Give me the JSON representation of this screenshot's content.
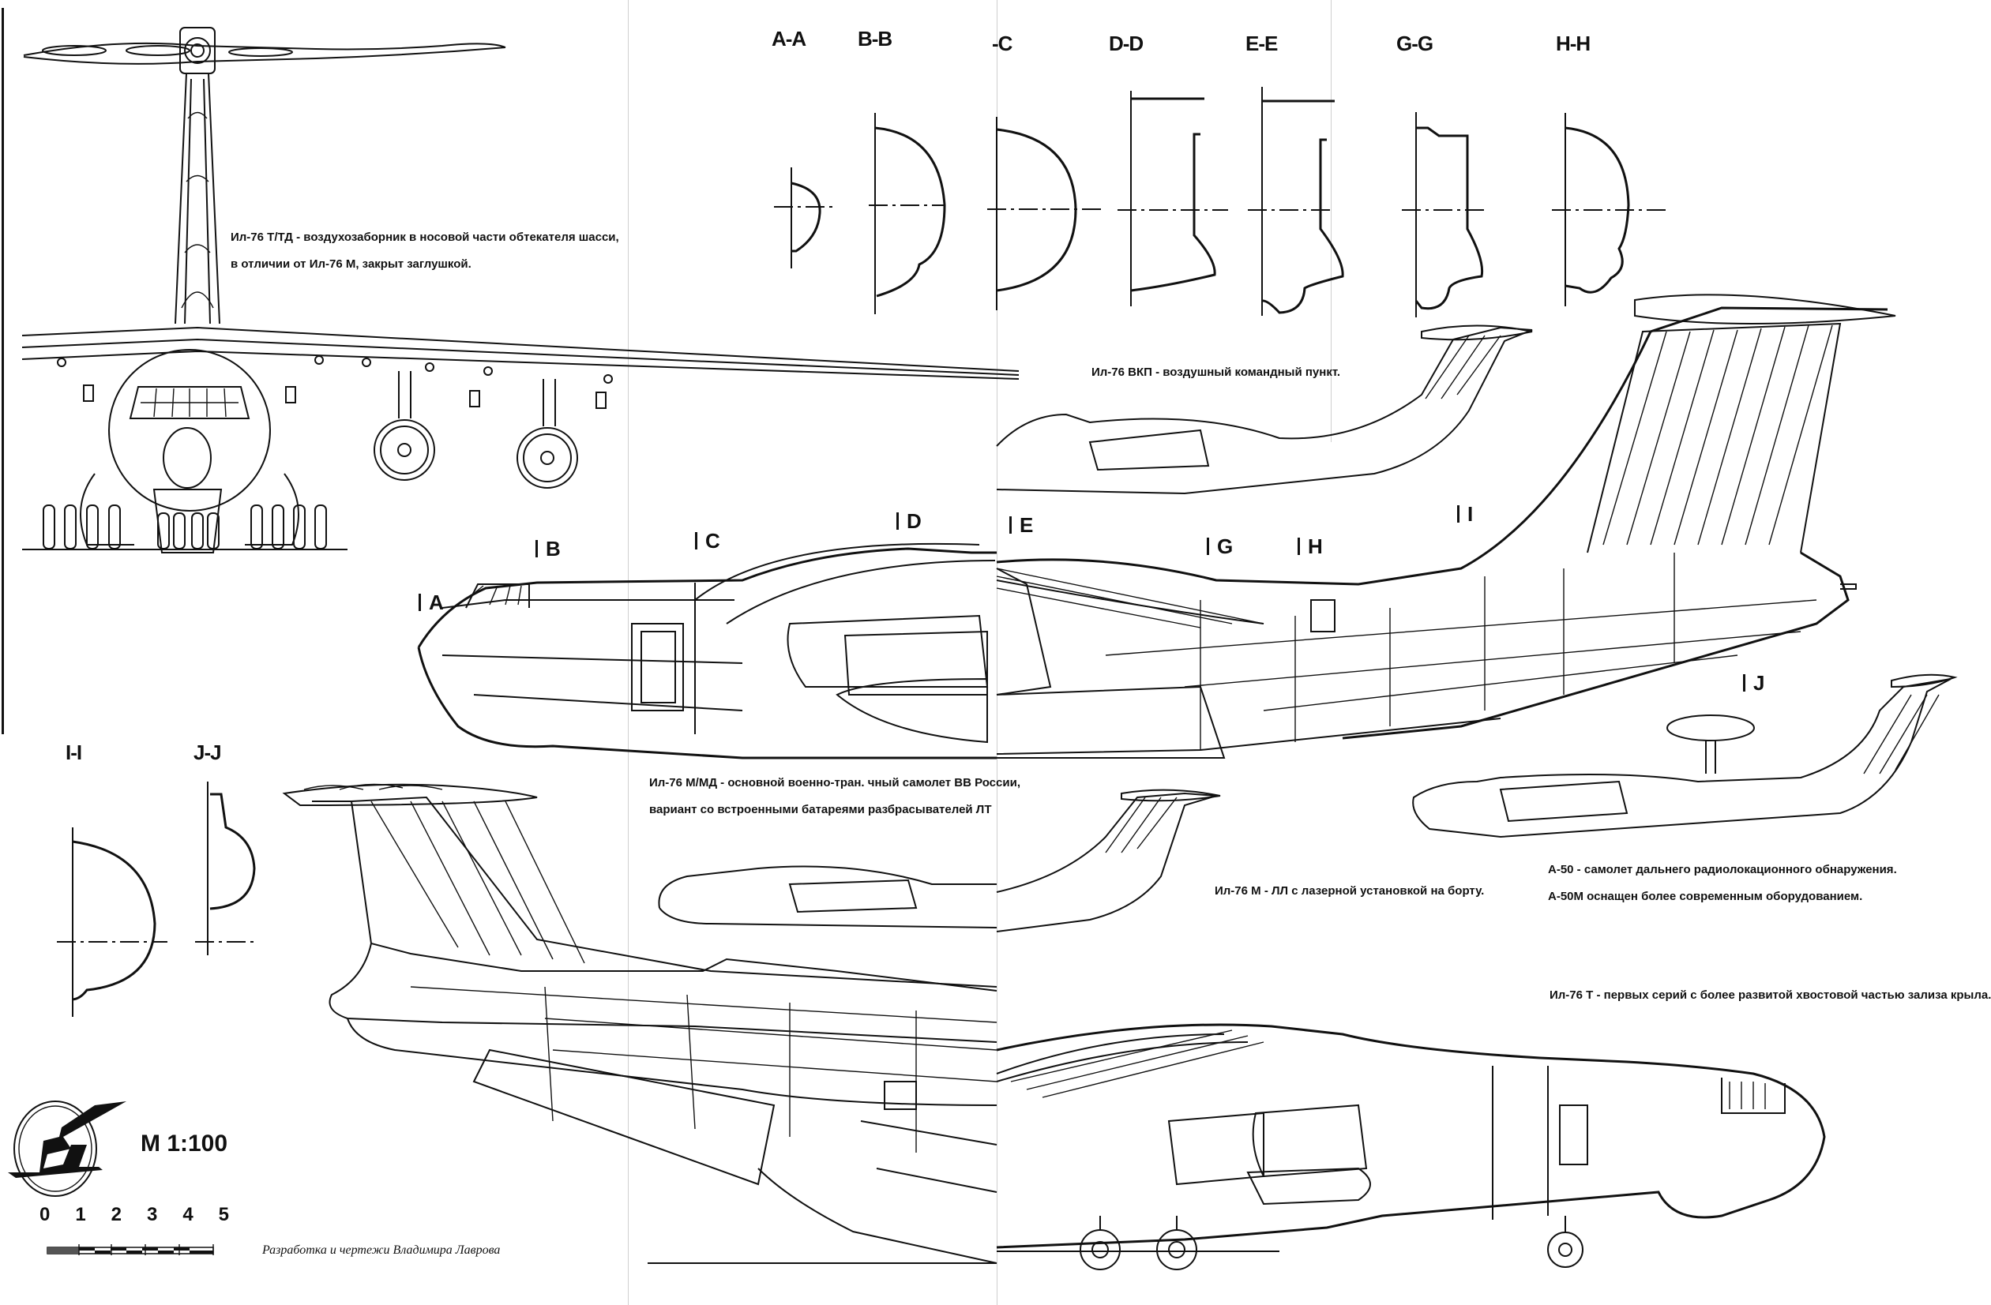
{
  "sheet": {
    "subject": "Ил-76 family three-view drawing",
    "scale_label": "М 1:100",
    "scale_bar_ticks": [
      "0",
      "1",
      "2",
      "3",
      "4",
      "5"
    ],
    "credit": "Разработка и чертежи Владимира Лаврова",
    "logo": "ilyushin-logo-icon"
  },
  "section_titles": {
    "top": [
      "A-A",
      "B-B",
      "-C",
      "D-D",
      "E-E",
      "G-G",
      "H-H"
    ],
    "left": [
      "I-I",
      "J-J"
    ]
  },
  "station_markers": [
    "A",
    "B",
    "C",
    "D",
    "E",
    "G",
    "H",
    "I",
    "J"
  ],
  "captions": {
    "front_view": [
      "Ил-76 Т/ТД - воздухозаборник в носовой части обтекателя шасси,",
      "в отличии от Ил-76 М, закрыт заглушкой."
    ],
    "vkp": "Ил-76 ВКП - воздушный командный пункт.",
    "m_md": [
      "Ил-76 М/МД - основной военно-тран.    чный самолет ВВ    России,",
      "вариант со встроенными батареями  разбрасывателей ЛТ"
    ],
    "m_ll": "Ил-76 М - ЛЛ с лазерной установкой на борту.",
    "a50": [
      "А-50 - самолет дальнего радиолокационного обнаружения.",
      "А-50М оснащен более современным оборудованием."
    ],
    "t_early": "Ил-76 Т - первых серий с более развитой хвостовой частью зализа крыла."
  },
  "colors": {
    "ink": "#111111",
    "paper": "#ffffff",
    "fold": "#cfcfcf"
  }
}
